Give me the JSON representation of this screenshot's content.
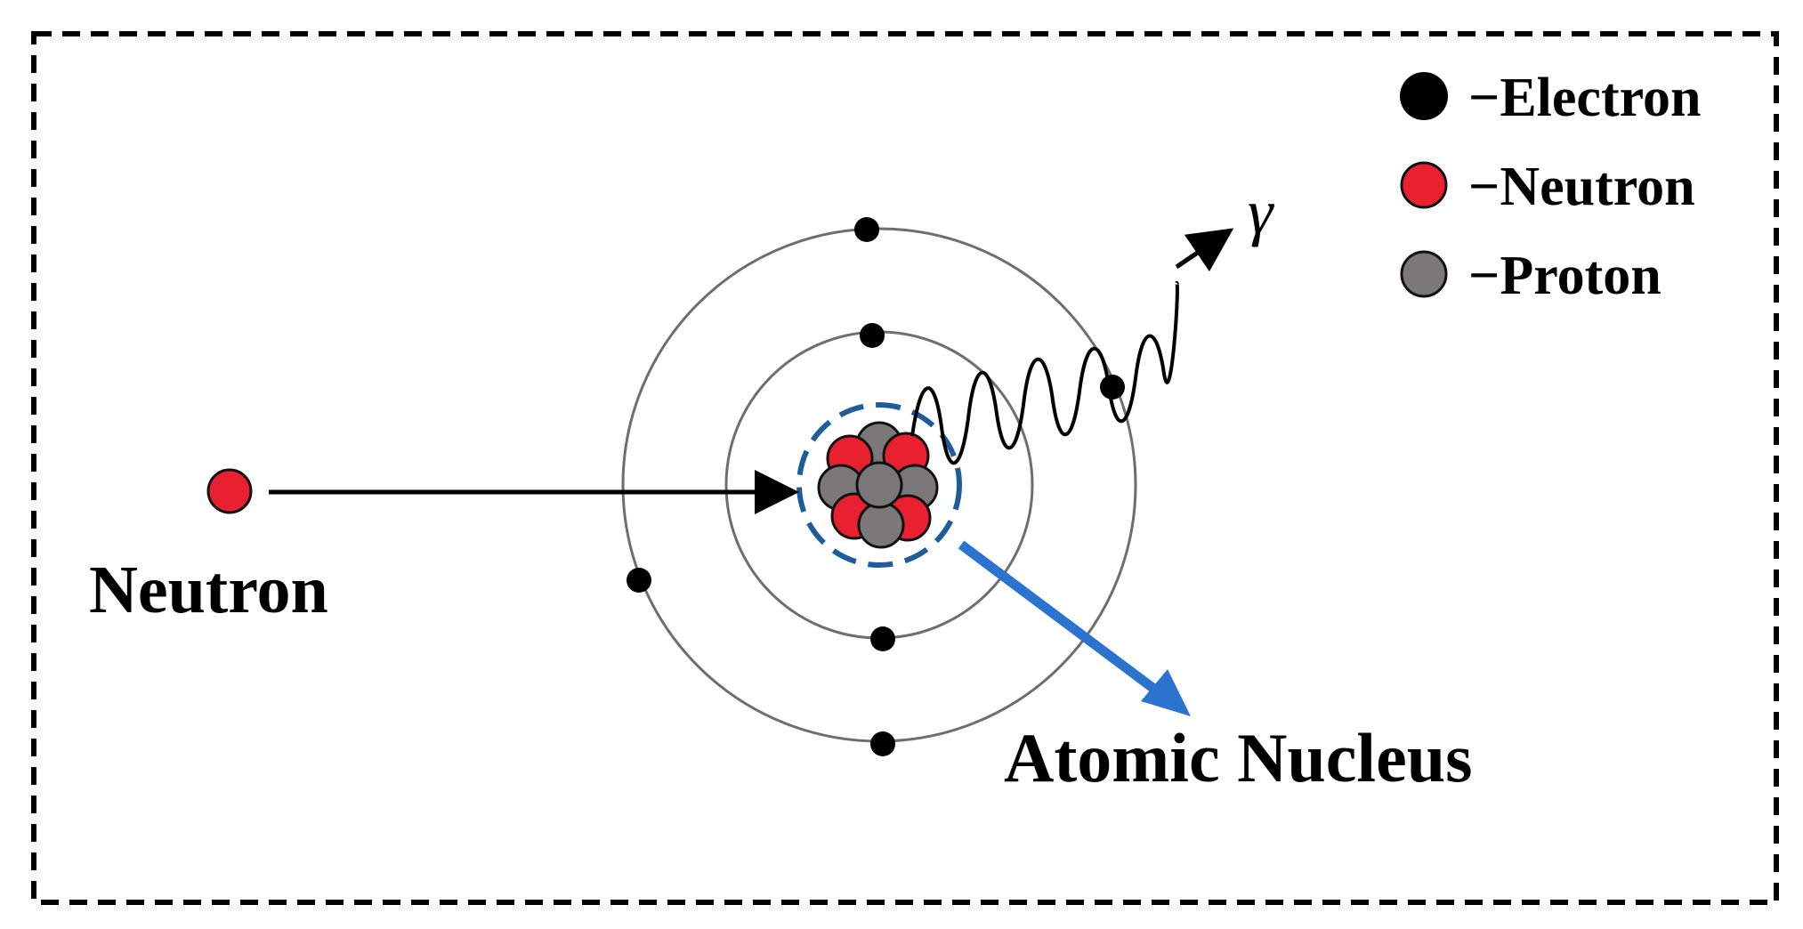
{
  "legend": {
    "electron": "−Electron",
    "neutron": "−Neutron",
    "proton": "−Proton"
  },
  "labels": {
    "incoming_neutron": "Neutron",
    "nucleus": "Atomic Nucleus",
    "gamma": "γ"
  },
  "colors": {
    "electron": "#000000",
    "neutron": "#e8202f",
    "proton": "#7a7878",
    "orbit": "#6e6e6e",
    "nucleus_boundary": "#1f5c9a",
    "nucleus_pointer": "#2a74cf"
  }
}
